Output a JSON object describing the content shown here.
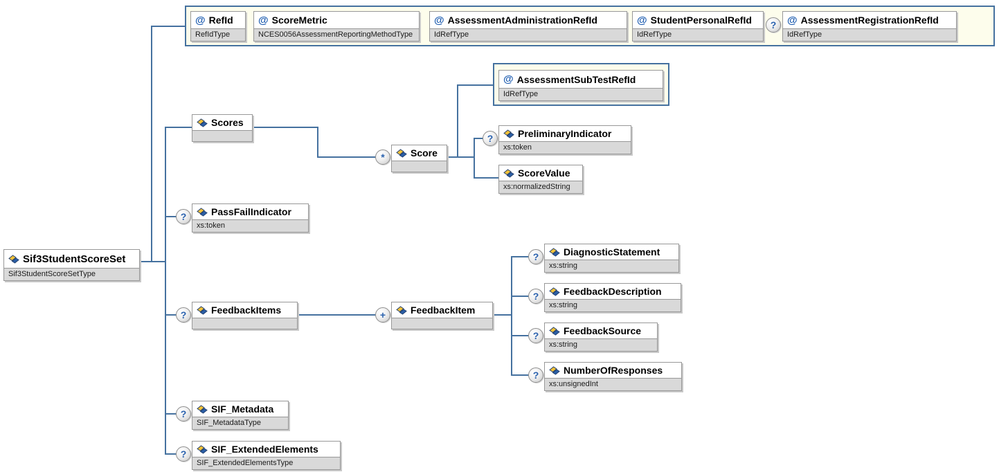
{
  "diagram_title": "Sif3StudentScoreSet",
  "colors": {
    "connector": "#45719f",
    "group_background": "#fdfdec",
    "group_border": "#45719f",
    "node_border": "#989898",
    "type_band": "#d9d9d9",
    "icon_blue": "#2b5fa7",
    "icon_yellow": "#f2c238",
    "attribute_glyph_color": "#1d5cb0"
  },
  "glyphs": {
    "attribute": "@",
    "optional": "?",
    "zero_or_more": "*",
    "one_or_more": "+"
  },
  "root": {
    "name": "Sif3StudentScoreSet",
    "type": "Sif3StudentScoreSetType"
  },
  "attribute_group": {
    "attrs": [
      {
        "name": "RefId",
        "type": "RefIdType"
      },
      {
        "name": "ScoreMetric",
        "type": "NCES0056AssessmentReportingMethodType"
      },
      {
        "name": "AssessmentAdministrationRefId",
        "type": "IdRefType"
      },
      {
        "name": "StudentPersonalRefId",
        "type": "IdRefType"
      },
      {
        "name": "AssessmentRegistrationRefId",
        "type": "IdRefType",
        "cardinality": "optional"
      }
    ]
  },
  "nodes": {
    "scores": {
      "name": "Scores",
      "type": ""
    },
    "score": {
      "name": "Score",
      "type": "",
      "cardinality": "zero_or_more"
    },
    "assessment_subtest_refid": {
      "name": "AssessmentSubTestRefId",
      "type": "IdRefType"
    },
    "preliminary_indicator": {
      "name": "PreliminaryIndicator",
      "type": "xs:token",
      "cardinality": "optional"
    },
    "score_value": {
      "name": "ScoreValue",
      "type": "xs:normalizedString"
    },
    "pass_fail_indicator": {
      "name": "PassFailIndicator",
      "type": "xs:token",
      "cardinality": "optional"
    },
    "feedback_items": {
      "name": "FeedbackItems",
      "type": "",
      "cardinality": "optional"
    },
    "feedback_item": {
      "name": "FeedbackItem",
      "type": "",
      "cardinality": "one_or_more"
    },
    "diagnostic_statement": {
      "name": "DiagnosticStatement",
      "type": "xs:string",
      "cardinality": "optional"
    },
    "feedback_description": {
      "name": "FeedbackDescription",
      "type": "xs:string",
      "cardinality": "optional"
    },
    "feedback_source": {
      "name": "FeedbackSource",
      "type": "xs:string",
      "cardinality": "optional"
    },
    "number_of_responses": {
      "name": "NumberOfResponses",
      "type": "xs:unsignedInt",
      "cardinality": "optional"
    },
    "sif_metadata": {
      "name": "SIF_Metadata",
      "type": "SIF_MetadataType",
      "cardinality": "optional"
    },
    "sif_extended_elements": {
      "name": "SIF_ExtendedElements",
      "type": "SIF_ExtendedElementsType",
      "cardinality": "optional"
    }
  }
}
